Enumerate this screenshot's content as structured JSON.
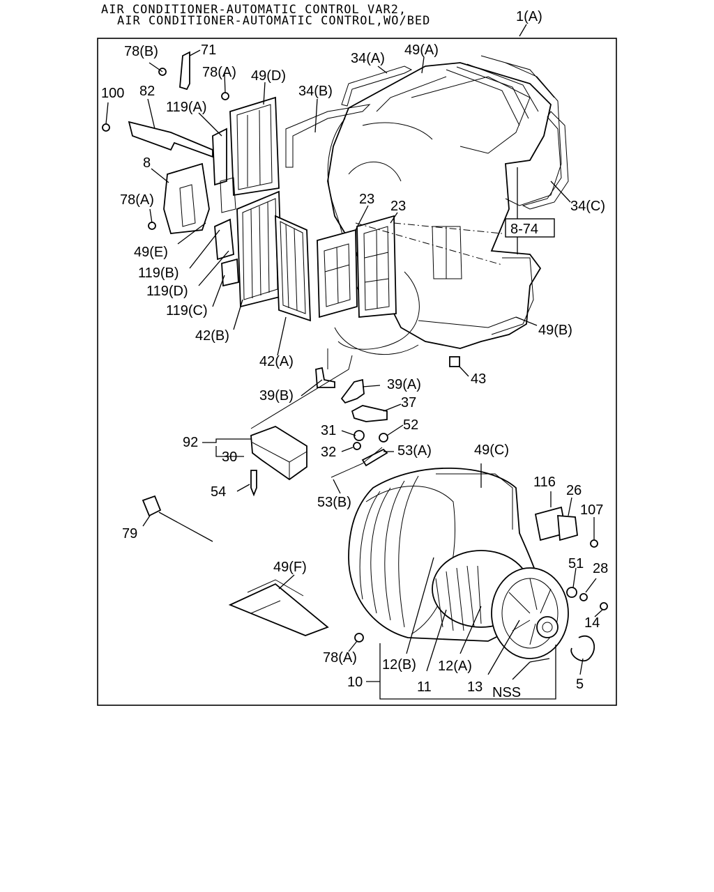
{
  "title": {
    "line1": "AIR CONDITIONER-AUTOMATIC CONTROL VAR2,",
    "line2": "AIR CONDITIONER-AUTOMATIC CONTROL,WO/BED"
  },
  "labels": {
    "l_1A": "1(A)",
    "l_78B": "78(B)",
    "l_71": "71",
    "l_78A_top": "78(A)",
    "l_49D": "49(D)",
    "l_34A": "34(A)",
    "l_49A": "49(A)",
    "l_100": "100",
    "l_82": "82",
    "l_119A": "119(A)",
    "l_34B": "34(B)",
    "l_8": "8",
    "l_78A_left": "78(A)",
    "l_23a": "23",
    "l_23b": "23",
    "l_34C": "34(C)",
    "l_874": "8-74",
    "l_49E": "49(E)",
    "l_119B": "119(B)",
    "l_119D": "119(D)",
    "l_119C": "119(C)",
    "l_42B": "42(B)",
    "l_42A": "42(A)",
    "l_49B": "49(B)",
    "l_43": "43",
    "l_39B": "39(B)",
    "l_39A": "39(A)",
    "l_37": "37",
    "l_31": "31",
    "l_52": "52",
    "l_32": "32",
    "l_53A": "53(A)",
    "l_92": "92",
    "l_30": "30",
    "l_49C": "49(C)",
    "l_116": "116",
    "l_26": "26",
    "l_107": "107",
    "l_54": "54",
    "l_53B": "53(B)",
    "l_79": "79",
    "l_49F": "49(F)",
    "l_51": "51",
    "l_28": "28",
    "l_14": "14",
    "l_78A_bot": "78(A)",
    "l_12B": "12(B)",
    "l_12A": "12(A)",
    "l_10": "10",
    "l_11": "11",
    "l_13": "13",
    "l_NSS": "NSS",
    "l_5": "5"
  }
}
